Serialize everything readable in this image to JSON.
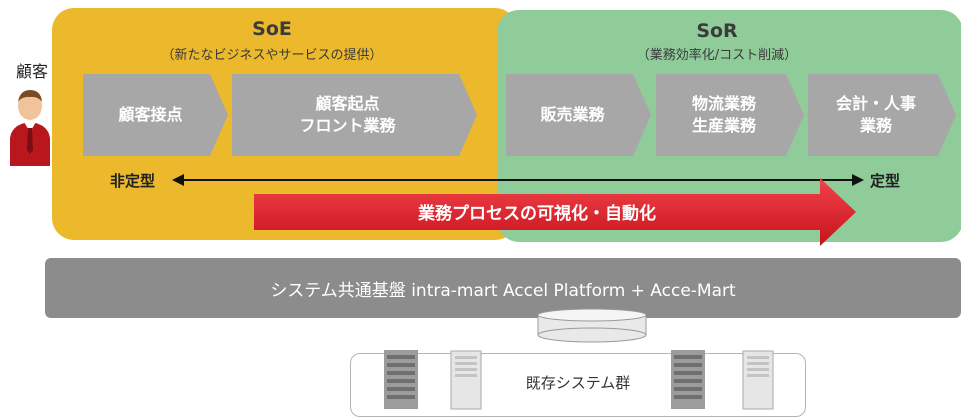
{
  "customer": {
    "label": "顧客",
    "icon": "customer-person-icon"
  },
  "soe": {
    "title": "SoE",
    "subtitle": "（新たなビジネスやサービスの提供）",
    "steps": [
      "顧客接点",
      "顧客起点\nフロント業務"
    ]
  },
  "sor": {
    "title": "SoR",
    "subtitle": "（業務効率化/コスト削減）",
    "steps": [
      "販売業務",
      "物流業務\n生産業務",
      "会計・人事\n業務"
    ]
  },
  "axis": {
    "left_label": "非定型",
    "right_label": "定型"
  },
  "banner": {
    "text": "業務プロセスの可視化・自動化"
  },
  "platform": {
    "text": "システム共通基盤 intra-mart Accel Platform + Acce-Mart"
  },
  "database": {
    "icon": "database-icon"
  },
  "legacy": {
    "label": "既存システム群",
    "icon": "server-icon"
  },
  "colors": {
    "soe_panel": "#ecb82c",
    "sor_panel": "#8fcc9a",
    "step_box": "#a7a7a7",
    "banner": "#e5202b",
    "platform": "#8c8c8c"
  }
}
